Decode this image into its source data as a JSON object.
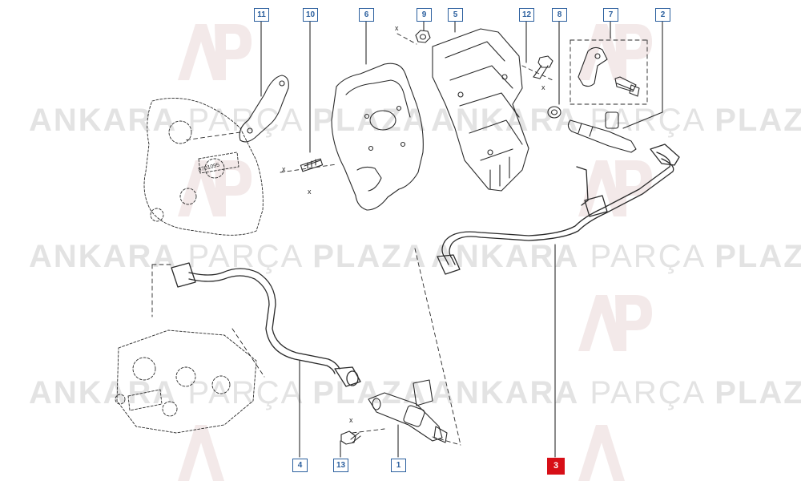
{
  "watermark": {
    "word_bold": "ANKARA",
    "word_thin": "PARÇA",
    "word_bold2": "PLAZA",
    "logo_letters": "AP"
  },
  "axis_marks": [
    "x",
    "x",
    "x",
    "x",
    "x"
  ],
  "part_label_text": "8701095",
  "callouts": [
    {
      "id": "c11",
      "label": "11"
    },
    {
      "id": "c10",
      "label": "10"
    },
    {
      "id": "c6",
      "label": "6"
    },
    {
      "id": "c9",
      "label": "9"
    },
    {
      "id": "c5",
      "label": "5"
    },
    {
      "id": "c12",
      "label": "12"
    },
    {
      "id": "c8",
      "label": "8"
    },
    {
      "id": "c7",
      "label": "7"
    },
    {
      "id": "c2",
      "label": "2"
    },
    {
      "id": "c4",
      "label": "4"
    },
    {
      "id": "c13",
      "label": "13"
    },
    {
      "id": "c1",
      "label": "1"
    },
    {
      "id": "c3",
      "label": "3",
      "highlighted": true
    }
  ],
  "colors": {
    "line": "#2a2a2a",
    "callout_border": "#2b5f9e",
    "highlight": "#d70f17",
    "watermark": "#e3e3e3"
  }
}
